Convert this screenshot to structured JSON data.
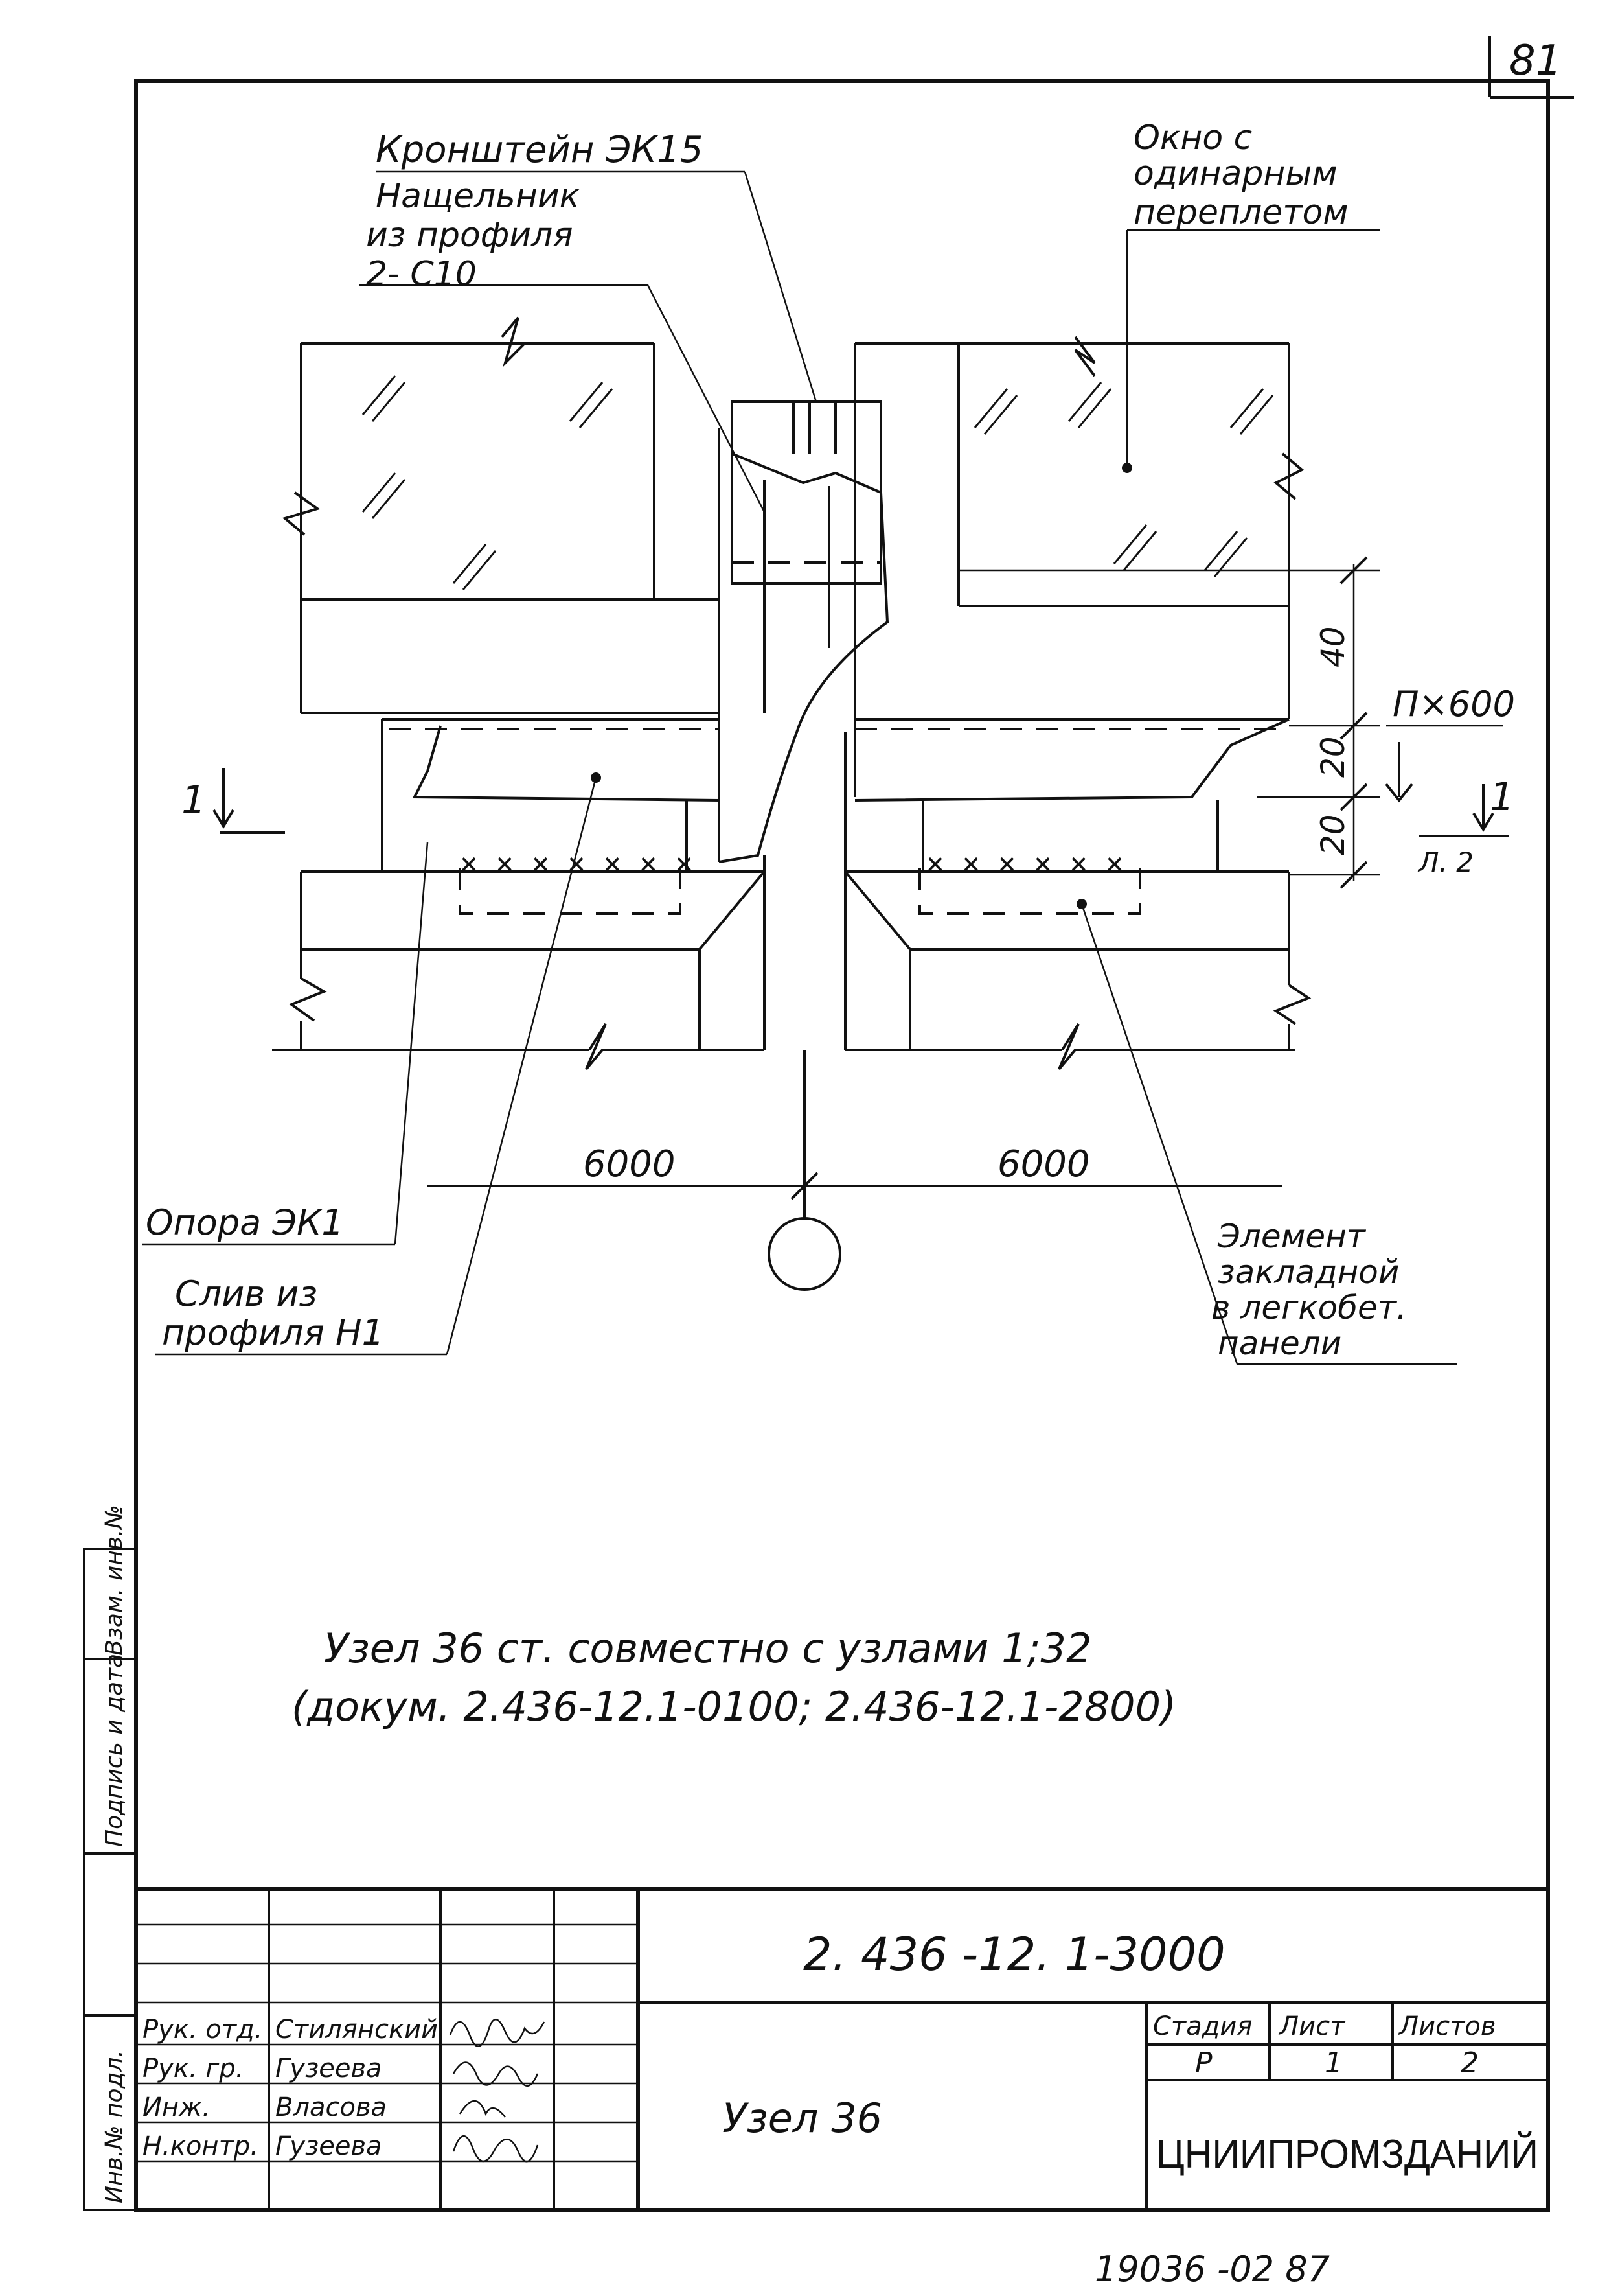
{
  "page_number": "81",
  "drawing": {
    "labels": {
      "bracket": "Кронштейн ЭК15",
      "shim_line1": "Нащельник",
      "shim_line2": "из профиля",
      "shim_line3": "2- С10",
      "window_line1": "Окно с",
      "window_line2": "одинарным",
      "window_line3": "переплетом",
      "panel_dim": "П×600",
      "dim_40": "40",
      "dim_20a": "20",
      "dim_20b": "20",
      "section_num_left": "1",
      "section_num_right": "1",
      "section_sheet": "Л. 2",
      "span_left": "6000",
      "span_right": "6000",
      "support": "Опора ЭК1",
      "drain_line1": "Слив из",
      "drain_line2": "профиля Н1",
      "embed_line1": "Элемент",
      "embed_line2": "закладной",
      "embed_line3": "в легкобет.",
      "embed_line4": "панели"
    },
    "note_line1": "Узел 36  ст.  совместно  с  узлами  1;32",
    "note_line2": "(докум. 2.436-12.1-0100;  2.436-12.1-2800)"
  },
  "side_stamp": {
    "cells": [
      "Инв.№ подл.",
      "Подпись и дата",
      "Взам. инв.№"
    ]
  },
  "title_block": {
    "doc_code": "2. 436 -12. 1-3000",
    "title": "Узел 36",
    "roles": [
      {
        "role": "Рук. отд.",
        "name": "Стилянский"
      },
      {
        "role": "Рук. гр.",
        "name": "Гузеева"
      },
      {
        "role": "Инж.",
        "name": "Власова"
      },
      {
        "role": "Н.контр.",
        "name": "Гузеева"
      }
    ],
    "stage_header": "Стадия",
    "sheet_header": "Лист",
    "sheets_header": "Листов",
    "stage": "Р",
    "sheet": "1",
    "sheets": "2",
    "organization": "ЦНИИПРОМЗДАНИЙ"
  },
  "footer_number": "19036 -02     87"
}
